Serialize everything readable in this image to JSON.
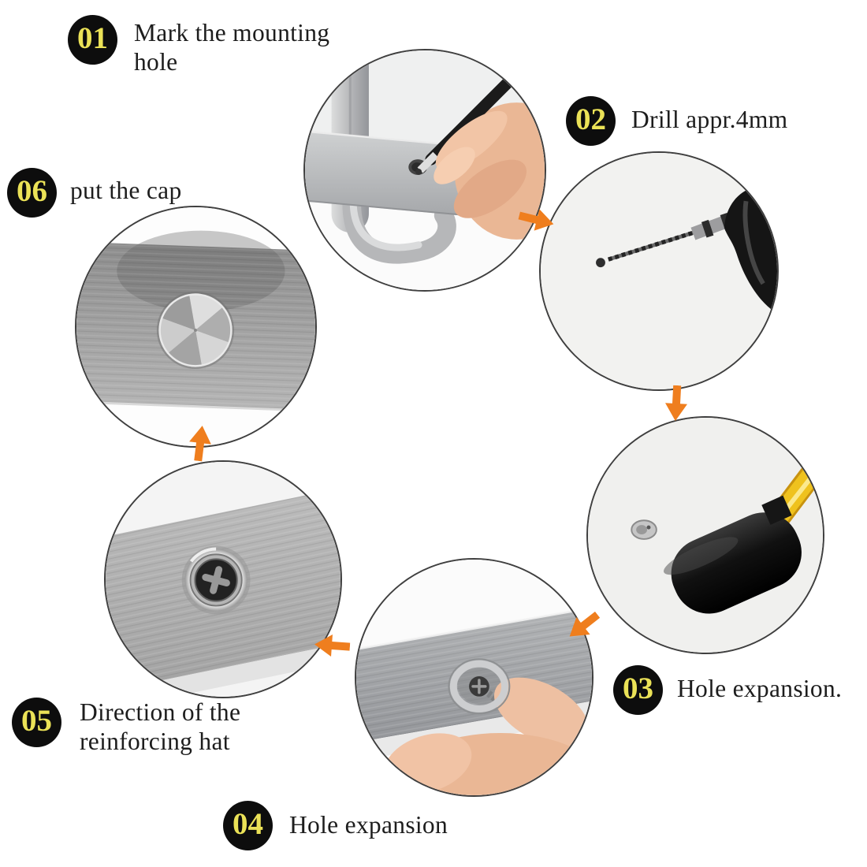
{
  "style": {
    "page_bg": "#ffffff",
    "badge_bg": "#0d0d0d",
    "badge_text": "#ebe257",
    "label_text": "#1d1d1d",
    "arrow": "#ef7e1e",
    "circle_border": "#3f3f3f",
    "steel": "#a8aaac",
    "mallet_handle": "#efc21e",
    "skin": "#eab795"
  },
  "steps": [
    {
      "num": "01",
      "label": "Mark the mounting hole",
      "image_alt": "Hand marking the mounting hole position with a pen on the steel rail"
    },
    {
      "num": "02",
      "label": "Drill appr.4mm",
      "image_alt": "Hand drill boring an approx. 4mm hole in the wall"
    },
    {
      "num": "03",
      "label": "Hole expansion.",
      "image_alt": "Rubber mallet tapping the expansion anchor into the drilled hole"
    },
    {
      "num": "04",
      "label": "Hole expansion",
      "image_alt": "Screwdriver fastening the screw through the rail into the anchor"
    },
    {
      "num": "05",
      "label": "Direction of the reinforcing hat",
      "image_alt": "Screw head seated flush in the steel rail"
    },
    {
      "num": "06",
      "label": "put the cap",
      "image_alt": "Decorative cap covering the screw on the steel rail"
    }
  ]
}
